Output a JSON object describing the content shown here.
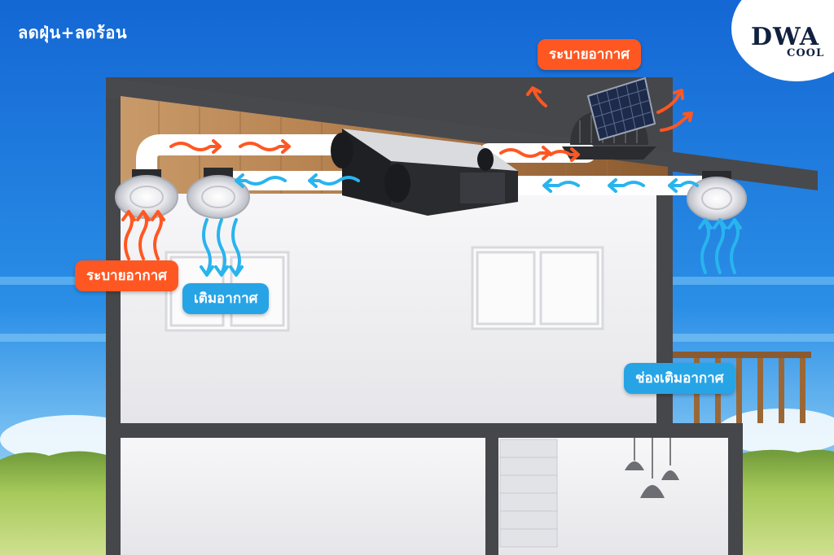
{
  "headline": "ลดฝุ่น+ลดร้อน",
  "logo": {
    "main": "DWA",
    "sub": "COOL"
  },
  "labels": {
    "roof_exhaust": "ระบายอากาศ",
    "room_exhaust": "ระบายอากาศ",
    "room_supply": "เติมอากาศ",
    "fresh_air_inlet": "ช่องเติมอากาศ"
  },
  "colors": {
    "sky": "#1570d8",
    "exhaust_orange": "#ff5722",
    "supply_blue": "#27a4e6",
    "house_outline": "#4a4a4e",
    "wall": "#f4f4f6",
    "roof_wood": "#b8895a",
    "duct": "#ffffff",
    "unit": "#222326",
    "grass": "#8fb84c",
    "railing": "#8a5a30"
  },
  "icons": [
    "solar-roof-fan-icon",
    "ventilation-unit-icon",
    "ceiling-diffuser-icon",
    "pendant-lamp-icon",
    "airflow-arrow-icon"
  ]
}
